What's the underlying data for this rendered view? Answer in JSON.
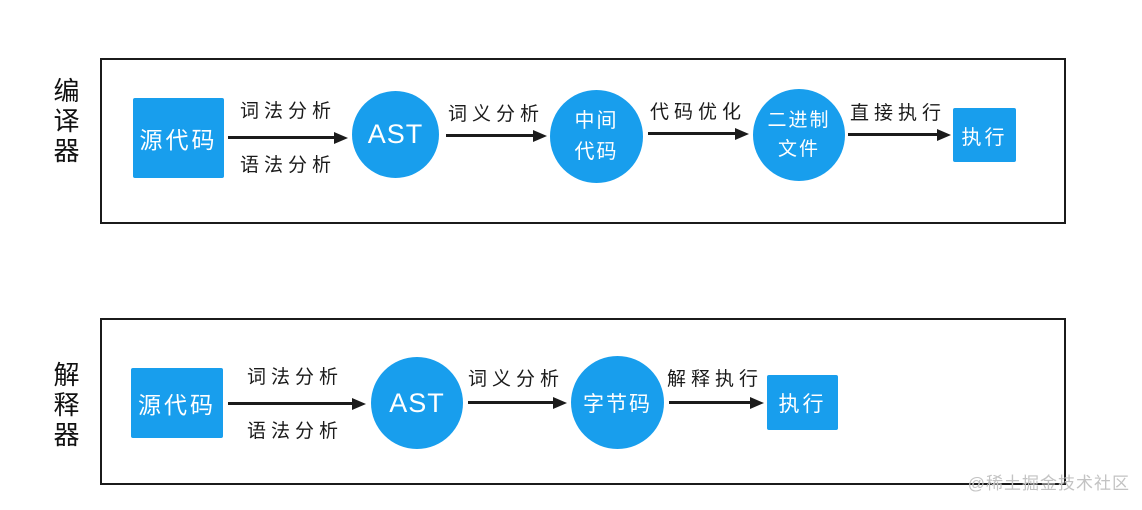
{
  "colors": {
    "node_blue": "#189eed",
    "line_black": "#1b1b1b",
    "watermark_gray": "#c3c3c3",
    "background": "#ffffff"
  },
  "watermark": {
    "text": "@稀土掘金技术社区"
  },
  "compiler": {
    "side_label": "编译器",
    "nodes": {
      "source": "源代码",
      "ast": "AST",
      "intermediate_line1": "中间",
      "intermediate_line2": "代码",
      "binary_line1": "二进制",
      "binary_line2": "文件",
      "execute": "执行"
    },
    "edges": {
      "lexical_analysis": "词法分析",
      "syntax_analysis": "语法分析",
      "semantic_analysis": "词义分析",
      "code_optimization": "代码优化",
      "direct_execution": "直接执行"
    }
  },
  "interpreter": {
    "side_label": "解释器",
    "nodes": {
      "source": "源代码",
      "ast": "AST",
      "bytecode": "字节码",
      "execute": "执行"
    },
    "edges": {
      "lexical_analysis": "词法分析",
      "syntax_analysis": "语法分析",
      "semantic_analysis": "词义分析",
      "interpret_execution": "解释执行"
    }
  }
}
